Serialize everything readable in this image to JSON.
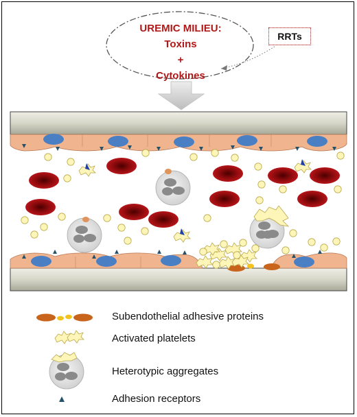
{
  "milieu": {
    "line1": "UREMIC MILIEU:",
    "line2": "Toxins",
    "line3": "+",
    "line4": "Cytokines"
  },
  "rrts_label": "RRTs",
  "legend": [
    {
      "icon": "adhesive-proteins-icon",
      "label": "Subendothelial adhesive proteins"
    },
    {
      "icon": "activated-platelet-icon",
      "label": "Activated platelets"
    },
    {
      "icon": "heterotypic-aggregate-icon",
      "label": "Heterotypic aggregates"
    },
    {
      "icon": "adhesion-receptor-icon",
      "label": "Adhesion receptors"
    }
  ],
  "colors": {
    "title_red": "#b01818",
    "endothelium": "#f0b48e",
    "nucleus": "#4a7fc4",
    "red_cell": "#a80d10",
    "platelet": "#fdf6b8",
    "receptor": "#25526a",
    "adhesive_protein": "#c8641c"
  }
}
